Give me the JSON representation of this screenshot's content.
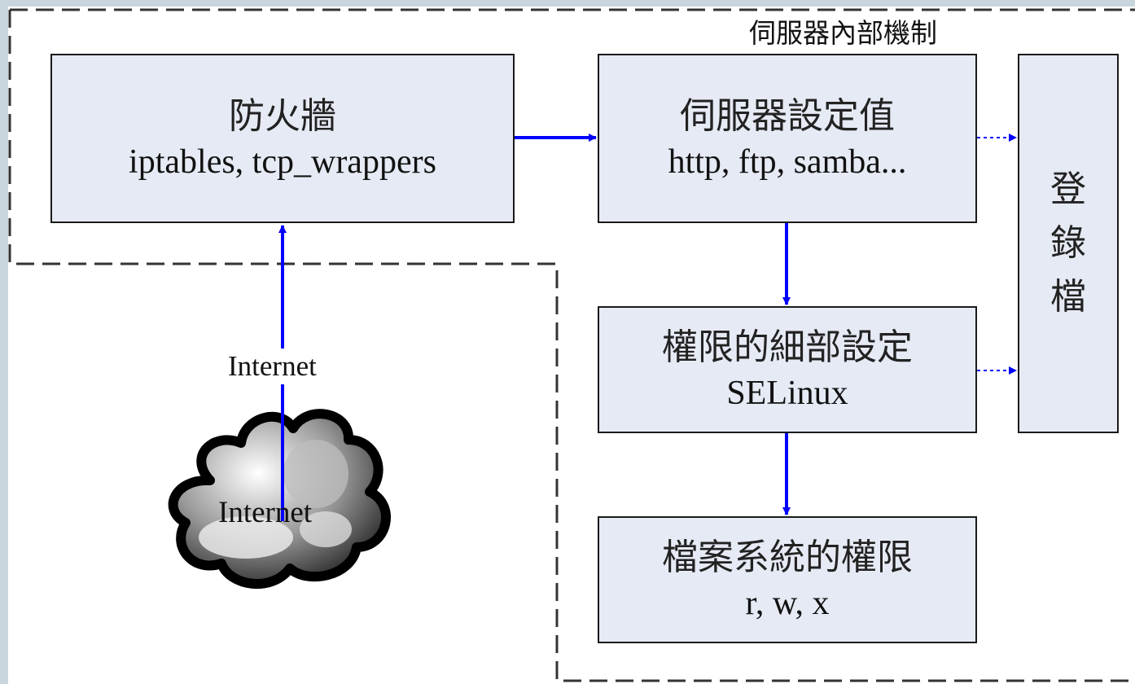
{
  "region_label": "伺服器內部機制",
  "boxes": {
    "firewall": {
      "title": "防火牆",
      "subtitle": "iptables, tcp_wrappers"
    },
    "server_settings": {
      "title": "伺服器設定值",
      "subtitle": "http, ftp, samba..."
    },
    "permission_details": {
      "title": "權限的細部設定",
      "subtitle": "SELinux"
    },
    "filesystem_permissions": {
      "title": "檔案系統的權限",
      "subtitle": "r, w, x"
    },
    "log": {
      "chars": [
        "登",
        "錄",
        "檔"
      ]
    }
  },
  "internet": {
    "arrow_label": "Internet",
    "cloud_label": "Internet"
  },
  "colors": {
    "arrow": "#0000ff",
    "box_fill": "#e6eaf4",
    "dashed_border": "#333333"
  }
}
